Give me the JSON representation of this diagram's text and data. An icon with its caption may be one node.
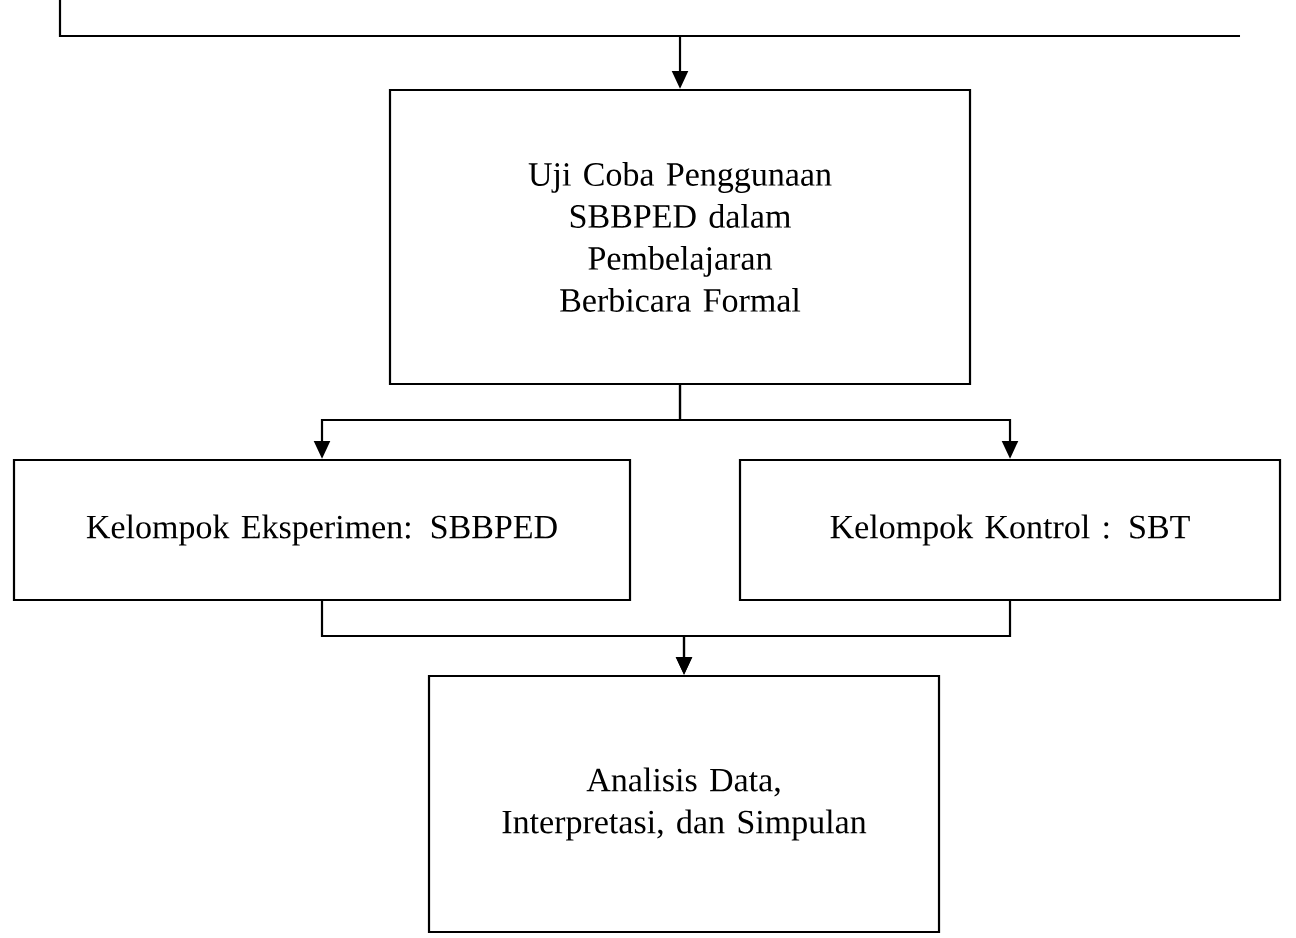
{
  "diagram": {
    "nodes": [
      {
        "text": [
          "Uji Coba Penggunaan SBBPED dalam Pembelajaran Berbicara Formal"
        ]
      },
      {
        "text": [
          "Kelompok Eksperimen: SBBPED"
        ]
      },
      {
        "text": [
          "Kelompok Kontrol : SBT"
        ]
      },
      {
        "text": [
          "Analisis Data, Interpretasi, dan Simpulan"
        ]
      }
    ],
    "edges": [
      {
        "from": null,
        "to": 0,
        "arrow": "to"
      },
      {
        "from": 0,
        "to": 1,
        "arrow": "to"
      },
      {
        "from": 0,
        "to": 2,
        "arrow": "to"
      },
      {
        "from": 1,
        "to": 3,
        "arrow": "to"
      },
      {
        "from": 2,
        "to": 3,
        "arrow": "to"
      }
    ]
  }
}
